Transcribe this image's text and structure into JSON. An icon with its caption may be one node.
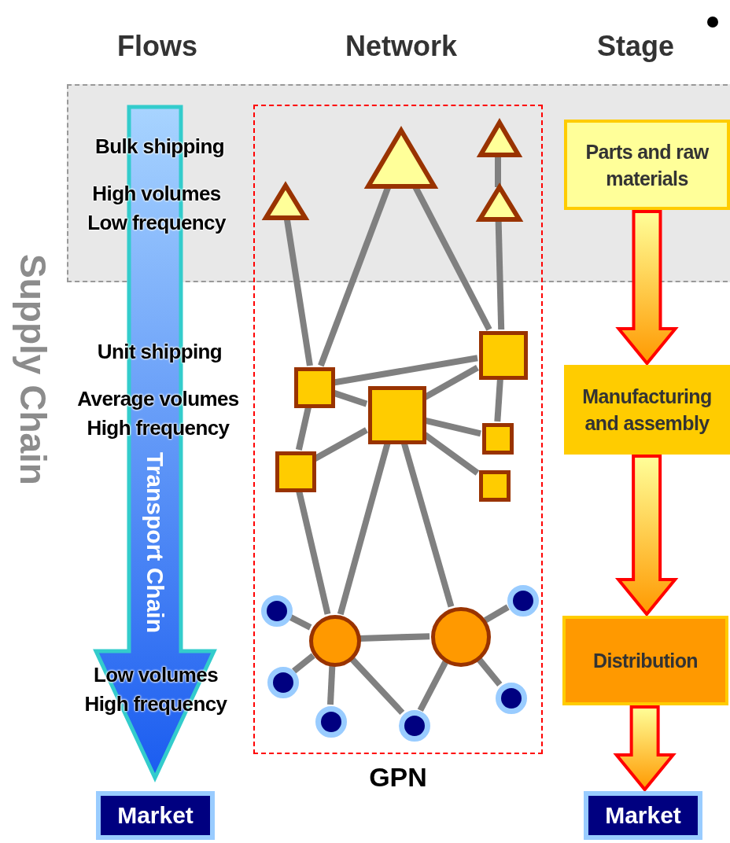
{
  "diagram": {
    "nodes": [
      {
        "text": [
          "GPN"
        ]
      },
      {
        "text": [],
        "shape": "triangle",
        "in": 0
      },
      {
        "text": [],
        "shape": "triangle",
        "in": 0
      },
      {
        "text": [],
        "shape": "triangle",
        "in": 0
      },
      {
        "text": [],
        "shape": "triangle",
        "in": 0
      },
      {
        "text": [],
        "shape": "box",
        "in": 0
      },
      {
        "text": [],
        "shape": "box",
        "in": 0
      },
      {
        "text": [],
        "shape": "box",
        "in": 0
      },
      {
        "text": [],
        "shape": "box",
        "in": 0
      },
      {
        "text": [],
        "shape": "box",
        "in": 0
      },
      {
        "text": [],
        "shape": "box",
        "in": 0
      },
      {
        "text": [],
        "shape": "circle",
        "in": 0
      },
      {
        "text": [],
        "shape": "circle",
        "in": 0
      },
      {
        "text": [],
        "shape": "circle",
        "in": 0
      },
      {
        "text": [],
        "shape": "circle",
        "in": 0
      },
      {
        "text": [],
        "shape": "circle",
        "in": 0
      },
      {
        "text": [],
        "shape": "circle",
        "in": 0
      },
      {
        "text": [],
        "shape": "circle",
        "in": 0
      },
      {
        "text": [],
        "shape": "circle",
        "in": 0
      },
      {
        "text": [
          "Parts and raw materials"
        ]
      },
      {
        "text": [
          "Manufacturing and assembly"
        ]
      },
      {
        "text": [
          "Distribution"
        ]
      },
      {
        "text": [
          "Market"
        ]
      },
      {
        "text": [
          "Transport Chain"
        ]
      },
      {
        "text": [
          "Market"
        ]
      }
    ],
    "edges": [
      {
        "from": 3,
        "to": 6,
        "arrow": "none"
      },
      {
        "from": 2,
        "to": 6,
        "arrow": "none"
      },
      {
        "from": 2,
        "to": 5,
        "arrow": "none"
      },
      {
        "from": 1,
        "to": 4,
        "arrow": "none"
      },
      {
        "from": 4,
        "to": 5,
        "arrow": "none"
      },
      {
        "from": 6,
        "to": 5,
        "arrow": "none"
      },
      {
        "from": 6,
        "to": 7,
        "arrow": "none"
      },
      {
        "from": 6,
        "to": 9,
        "arrow": "none"
      },
      {
        "from": 7,
        "to": 5,
        "arrow": "none"
      },
      {
        "from": 5,
        "to": 8,
        "arrow": "none"
      },
      {
        "from": 7,
        "to": 8,
        "arrow": "none"
      },
      {
        "from": 7,
        "to": 10,
        "arrow": "none"
      },
      {
        "from": 7,
        "to": 9,
        "arrow": "none"
      },
      {
        "from": 9,
        "to": 13,
        "arrow": "none"
      },
      {
        "from": 7,
        "to": 13,
        "arrow": "none"
      },
      {
        "from": 7,
        "to": 14,
        "arrow": "none"
      },
      {
        "from": 13,
        "to": 14,
        "arrow": "none"
      },
      {
        "from": 13,
        "to": 11,
        "arrow": "none"
      },
      {
        "from": 13,
        "to": 15,
        "arrow": "none"
      },
      {
        "from": 13,
        "to": 17,
        "arrow": "none"
      },
      {
        "from": 13,
        "to": 18,
        "arrow": "none"
      },
      {
        "from": 14,
        "to": 18,
        "arrow": "none"
      },
      {
        "from": 14,
        "to": 12,
        "arrow": "none"
      },
      {
        "from": 14,
        "to": 16,
        "arrow": "none"
      },
      {
        "from": 19,
        "to": 20,
        "arrow": "to"
      },
      {
        "from": 20,
        "to": 21,
        "arrow": "to"
      },
      {
        "from": 21,
        "to": 22,
        "arrow": "to"
      }
    ],
    "labels": [
      "Flows",
      "Network",
      "Stage",
      "Supply Chain",
      "Bulk shipping",
      "High volumes Low frequency",
      "Unit shipping",
      "Average volumes High frequency",
      "Low volumes High frequency"
    ]
  }
}
